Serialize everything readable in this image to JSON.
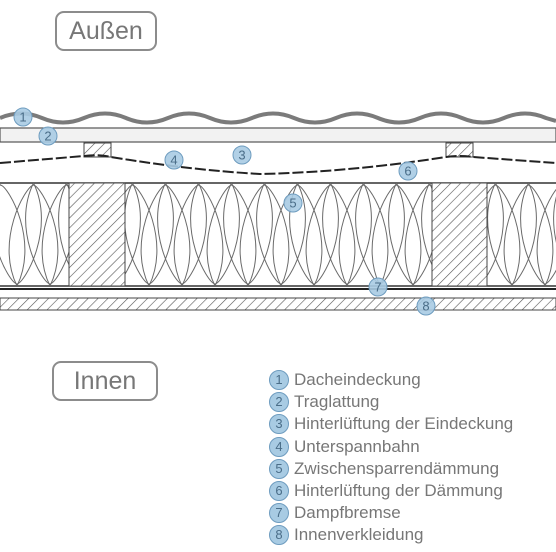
{
  "zones": {
    "outside": "Außen",
    "inside": "Innen"
  },
  "legend": [
    {
      "number": "1",
      "label": "Dacheindeckung"
    },
    {
      "number": "2",
      "label": "Traglattung"
    },
    {
      "number": "3",
      "label": "Hinterlüftung der Eindeckung"
    },
    {
      "number": "4",
      "label": "Unterspannbahn"
    },
    {
      "number": "5",
      "label": "Zwischensparrendämmung"
    },
    {
      "number": "6",
      "label": "Hinterlüftung der Dämmung"
    },
    {
      "number": "7",
      "label": "Dampfbremse"
    },
    {
      "number": "8",
      "label": "Innenverkleidung"
    }
  ],
  "colors": {
    "marker_fill": "#a8cbe3",
    "marker_stroke": "#6e9cbf",
    "line": "#333333",
    "text": "#777777"
  }
}
